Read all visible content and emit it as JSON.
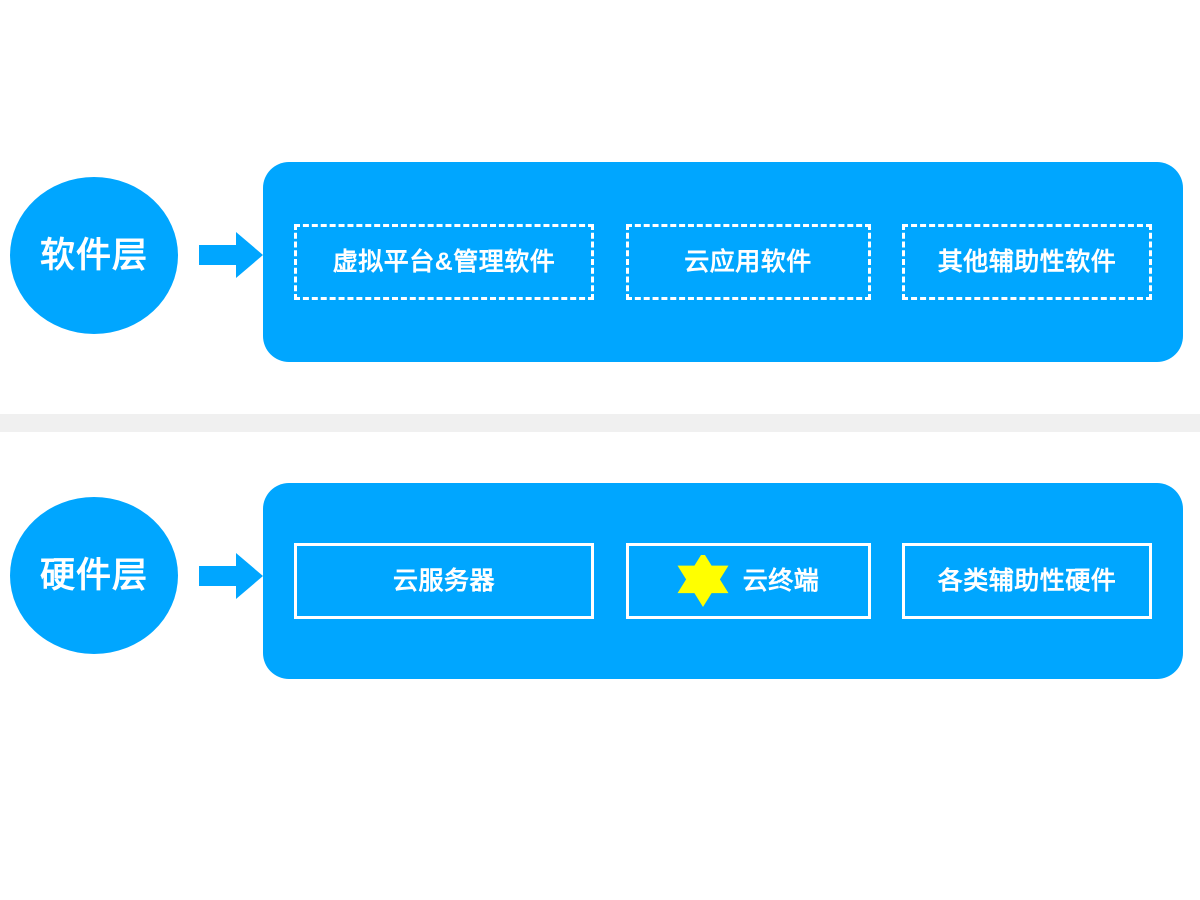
{
  "theme": {
    "background": "#FFFFFF",
    "accent_blue": "#00A6FF",
    "box_border": "#FFFFFF",
    "text_on_blue": "#FFFFFF",
    "star_yellow": "#FFFF00",
    "divider_gray": "#F0F0F0"
  },
  "layers": [
    {
      "id": "software",
      "circle_label": "软件层",
      "arrow": "right-block-arrow",
      "box_style": "dashed",
      "items": [
        {
          "label": "虚拟平台&管理软件",
          "icon": null
        },
        {
          "label": "云应用软件",
          "icon": null
        },
        {
          "label": "其他辅助性软件",
          "icon": null
        }
      ]
    },
    {
      "id": "hardware",
      "circle_label": "硬件层",
      "arrow": "right-block-arrow",
      "box_style": "solid",
      "items": [
        {
          "label": "云服务器",
          "icon": null
        },
        {
          "label": "云终端",
          "icon": "six-pointed-star-icon"
        },
        {
          "label": "各类辅助性硬件",
          "icon": null
        }
      ]
    }
  ],
  "divider": {
    "name": "section-divider-band",
    "color": "#F0F0F0"
  }
}
